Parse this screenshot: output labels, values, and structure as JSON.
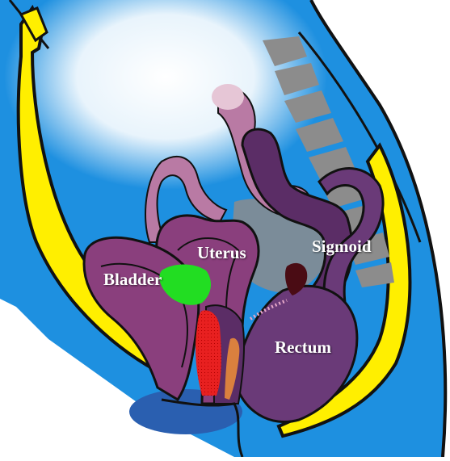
{
  "labels": {
    "uterus": "Uterus",
    "bladder": "Bladder",
    "sigmoid": "Sigmoid",
    "rectum": "Rectum"
  },
  "colors": {
    "body_fill": "#1e90e0",
    "bone": "#ffef00",
    "organ_purple": "#8a3f7d",
    "organ_dark": "#5b2d66",
    "tube_pink": "#b97aa4",
    "vertebra_gray": "#8c8c8c",
    "lesion_green": "#22dd22",
    "lesion_red": "#e82020",
    "lesion_maroon": "#4a0c14",
    "lesion_orange": "#e88a3a"
  }
}
